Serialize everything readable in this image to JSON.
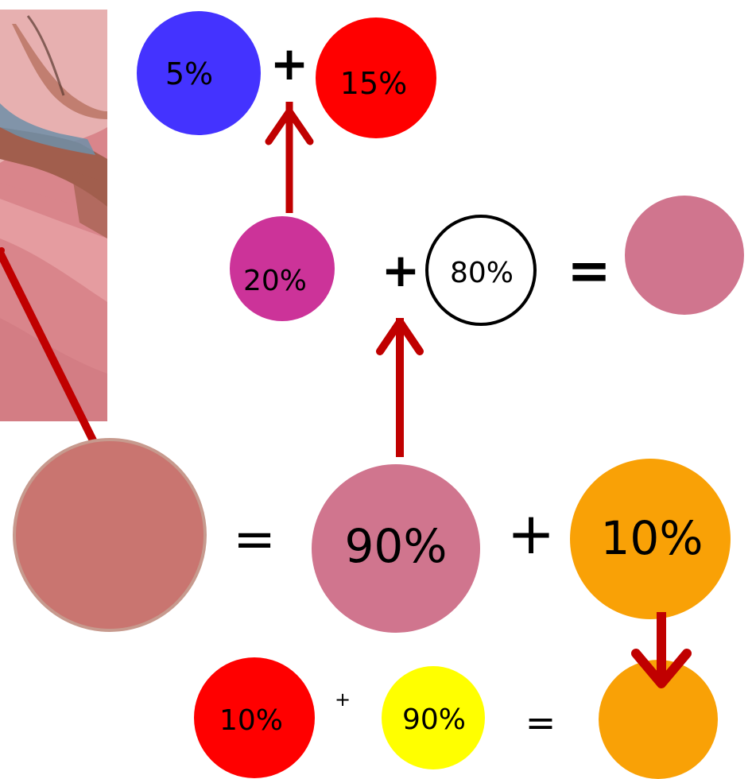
{
  "colors": {
    "arrow": "#c00000",
    "blue": "#4433ff",
    "red": "#ff0000",
    "magenta": "#cc3399",
    "mauve_pink": "#d0758e",
    "sampled_pink": "#c97570",
    "sampled_border": "#c79a8e",
    "orange": "#f9a106",
    "yellow": "#ffff00",
    "white": "#ffffff",
    "painting_bg": "#d9858b",
    "painting_highlight": "#e7a1a5",
    "painting_shadow": "#a15e4d",
    "painting_blue": "#6f8fa8"
  },
  "painting": {
    "icon": "painting-crop-image"
  },
  "mix_row_1": {
    "blue_pct": "5%",
    "plus": "+",
    "red_pct": "15%"
  },
  "mix_row_2": {
    "magenta_pct": "20%",
    "plus": "+",
    "white_pct": "80%",
    "equals": "=",
    "result_label": ""
  },
  "main_row": {
    "equals": "=",
    "pink_pct": "90%",
    "plus": "+",
    "orange_pct": "10%"
  },
  "mix_row_3": {
    "red_pct": "10%",
    "plus": "+",
    "yellow_pct": "90%",
    "equals": "="
  }
}
